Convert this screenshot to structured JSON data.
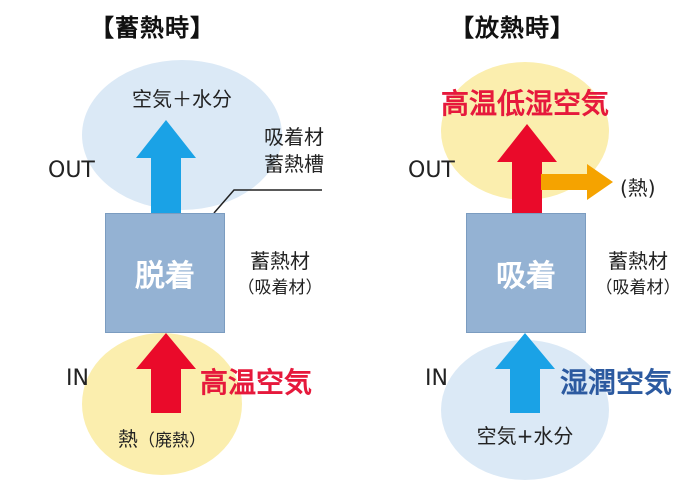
{
  "storage": {
    "title": "【蓄熱時】",
    "top_bubble": "空気＋水分",
    "out_label": "OUT",
    "in_label": "IN",
    "box_label": "脱着",
    "annotation_line1": "吸着材",
    "annotation_line2": "蓄熱槽",
    "material_line1": "蓄熱材",
    "material_line2": "（吸着材）",
    "input_air": "高温空気",
    "bottom_bubble_main": "熱",
    "bottom_bubble_sub": "（廃熱）"
  },
  "release": {
    "title": "【放熱時】",
    "top_bubble": "高温低湿空気",
    "out_label": "OUT",
    "in_label": "IN",
    "heat_label": "(熱)",
    "box_label": "吸着",
    "material_line1": "蓄熱材",
    "material_line2": "（吸着材）",
    "input_air": "湿潤空気",
    "bottom_bubble": "空気+水分"
  },
  "colors": {
    "blue_bubble": "#dbe9f6",
    "yellow_bubble": "#fbeeae",
    "box": "#94b2d3",
    "arrow_blue": "#1aa2e6",
    "arrow_red": "#ea0a2a",
    "arrow_orange": "#f5a300",
    "text_red": "#e6193c",
    "text_blue": "#2c5aa0"
  }
}
